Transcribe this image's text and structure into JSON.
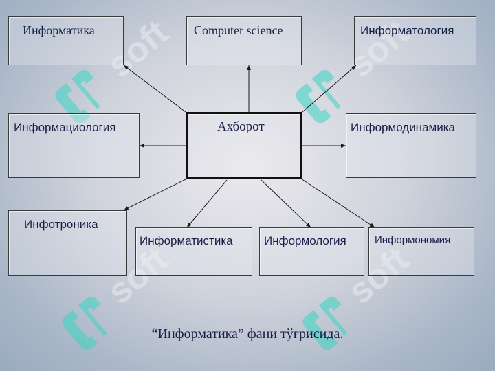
{
  "diagram": {
    "center": {
      "label": "Ахборот"
    },
    "nodes": [
      {
        "id": "informatika",
        "label": "Информатика"
      },
      {
        "id": "computer-science",
        "label": "Computer science"
      },
      {
        "id": "informatologiya",
        "label": "Информатология"
      },
      {
        "id": "informatsiologiya",
        "label": "Информациология"
      },
      {
        "id": "informodinamika",
        "label": "Информодинамика"
      },
      {
        "id": "infotronika",
        "label": "Инфотроника"
      },
      {
        "id": "informatistika",
        "label": "Информатистика"
      },
      {
        "id": "informologiya",
        "label": "Информология"
      },
      {
        "id": "informonomiya",
        "label": "Информономия"
      }
    ],
    "caption": "“Информатика” фани тўғрисида."
  },
  "watermark": {
    "text": "soft",
    "color": "#2fd3c0"
  }
}
